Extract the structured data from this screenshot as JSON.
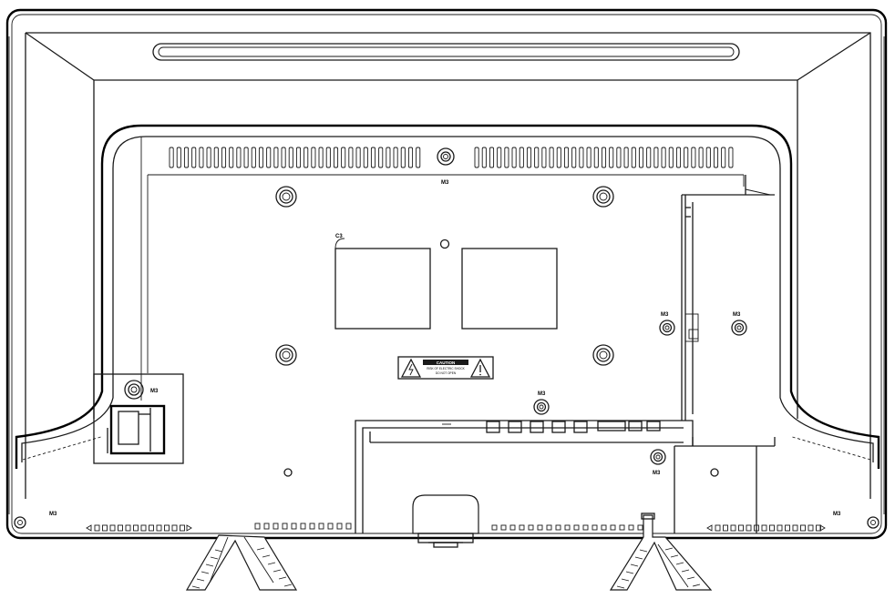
{
  "labels": {
    "screw_top": "M3",
    "screw_left_panel": "M3",
    "screw_right_a": "M3",
    "screw_right_b": "M3",
    "screw_center": "M3",
    "screw_lower": "M3",
    "corner_left": "M3",
    "corner_right": "M3",
    "callout_c3": "C3"
  },
  "caution_label": {
    "title": "CAUTION",
    "line1": "RISK OF ELECTRIC SHOCK",
    "line2": "DO NOT OPEN"
  },
  "colors": {
    "line": "#1a1a1a",
    "background": "#ffffff"
  }
}
